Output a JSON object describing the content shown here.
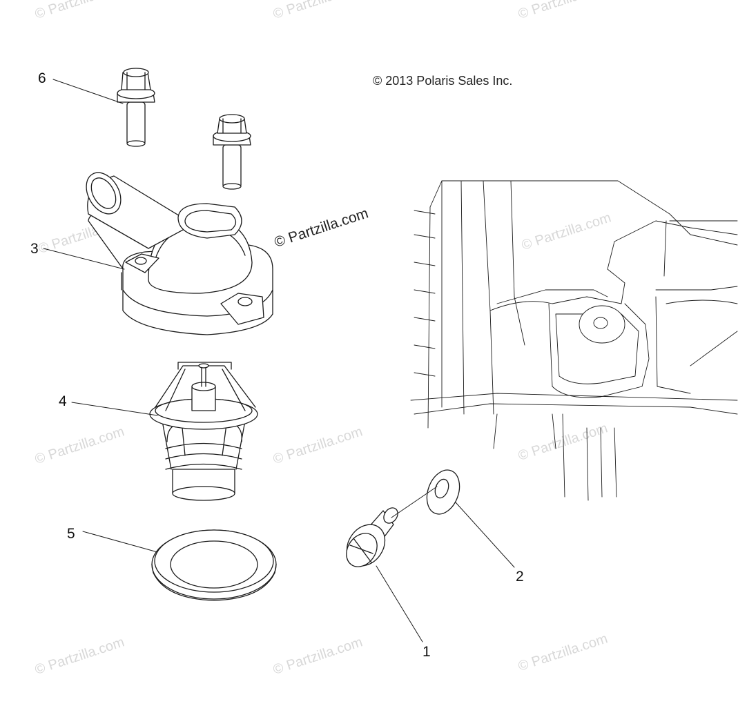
{
  "copyright": "© 2013 Polaris Sales Inc.",
  "watermark": "© Partzilla.com",
  "callouts": {
    "c1": "1",
    "c2": "2",
    "c3": "3",
    "c4": "4",
    "c5": "5",
    "c6": "6"
  },
  "colors": {
    "line": "#1a1a1a",
    "fill": "#ffffff",
    "watermark": "#d8d8d8"
  }
}
